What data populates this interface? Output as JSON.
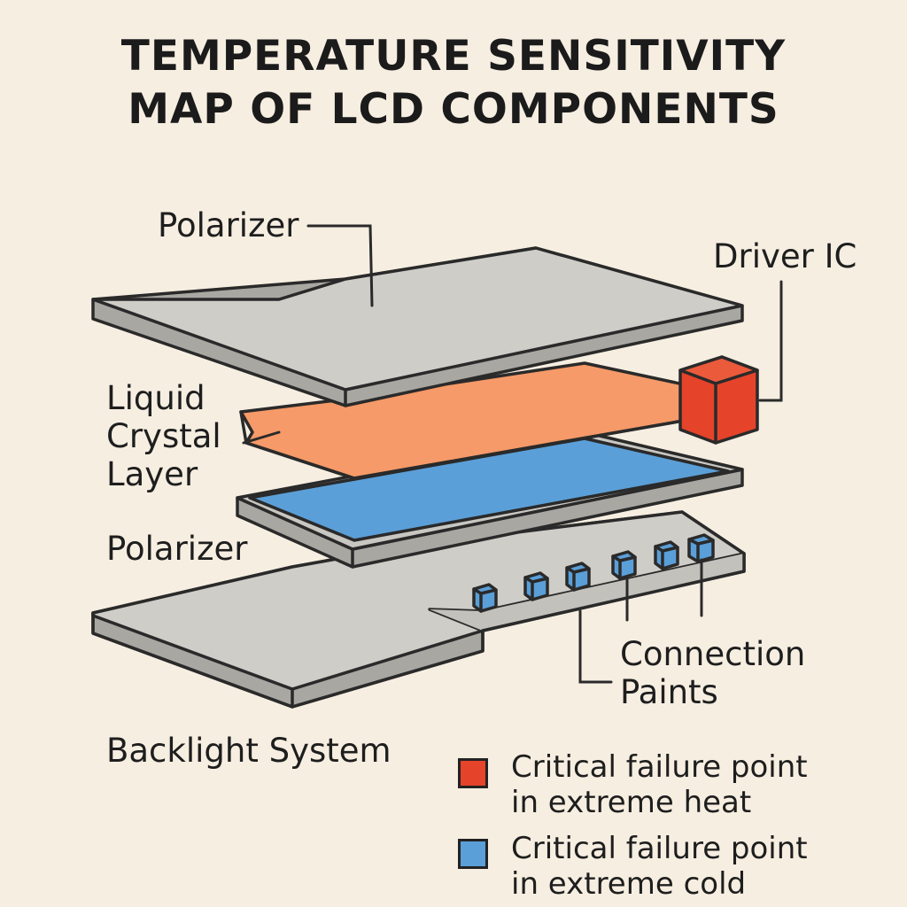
{
  "title": {
    "line1": "TEMPERATURE SENSITIVITY",
    "line2": "MAP OF LCD COMPONENTS"
  },
  "labels": {
    "polarizer_top": "Polarizer",
    "driver_ic": "Driver IC",
    "liquid_crystal": [
      "Liquid",
      "Crystal",
      "Layer"
    ],
    "polarizer_bottom": "Polarizer",
    "connection_paints": [
      "Connection",
      "Paints"
    ],
    "backlight_system": "Backlight System"
  },
  "legend": [
    {
      "color": "#e5432a",
      "lines": [
        "Critical failure point",
        "in extreme heat"
      ]
    },
    {
      "color": "#5b9fd8",
      "lines": [
        "Critical failure point",
        "in extreme cold"
      ]
    }
  ],
  "colors": {
    "background": "#f6eee1",
    "polarizer_gray": "#cfcdc8",
    "liquid_crystal_orange": "#f59a68",
    "cold_blue": "#5b9fd8",
    "heat_red": "#e5432a"
  },
  "connection_points_count": 6
}
